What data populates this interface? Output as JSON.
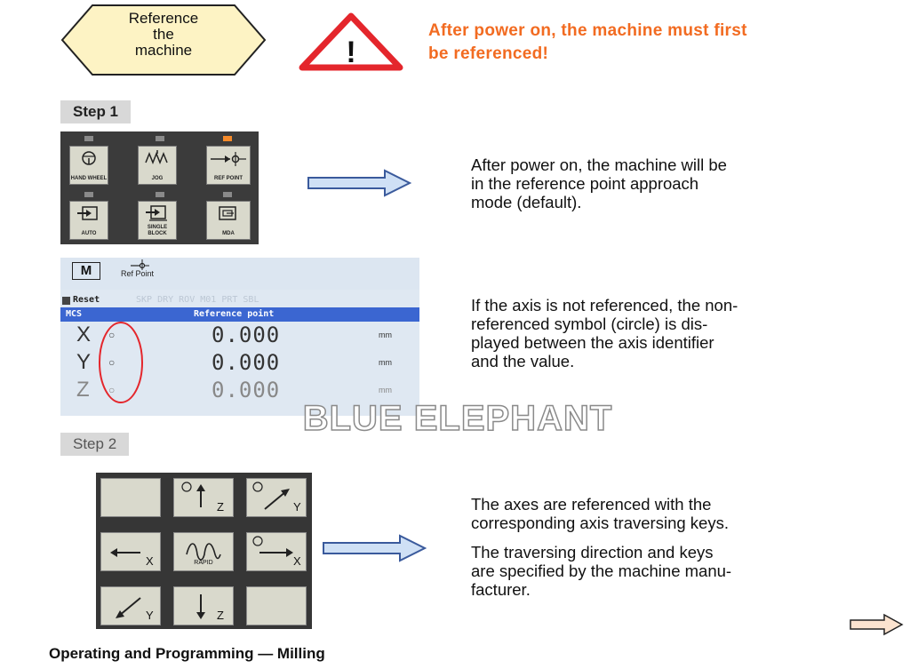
{
  "header": {
    "hex_label": [
      "Reference",
      "the",
      "machine"
    ],
    "warning_symbol": "!",
    "warning_lines": [
      "After power on, the machine must first",
      "be referenced!"
    ]
  },
  "step1": {
    "label": "Step 1",
    "mode_keys": [
      {
        "label": "HAND WHEEL",
        "icon": "handwheel-icon",
        "led": "off"
      },
      {
        "label": "JOG",
        "icon": "jog-icon",
        "led": "off"
      },
      {
        "label": "REF POINT",
        "icon": "ref-point-icon",
        "led": "on"
      },
      {
        "label": "AUTO",
        "icon": "auto-icon",
        "led": "off"
      },
      {
        "label": "SINGLE BLOCK",
        "icon": "single-block-icon",
        "led": "off"
      },
      {
        "label": "MDA",
        "icon": "mda-icon",
        "led": "off"
      }
    ],
    "description": [
      "After power on, the machine will be",
      "in the reference point approach",
      "mode (default)."
    ]
  },
  "hmi": {
    "mode_icon": "M",
    "ref_icon_label": "Ref Point",
    "reset_label": "Reset",
    "reset_indicators": "SKP DRY ROV M01 PRT SBL",
    "coord_label": "MCS",
    "column_title": "Reference point",
    "axes": [
      {
        "name": "X",
        "symbol": "○",
        "value": "0.000",
        "unit": "mm"
      },
      {
        "name": "Y",
        "symbol": "○",
        "value": "0.000",
        "unit": "mm"
      },
      {
        "name": "Z",
        "symbol": "○",
        "value": "0.000",
        "unit": "mm"
      }
    ],
    "description": [
      "If the axis is not referenced, the non-",
      "referenced symbol (circle) is dis-",
      "played between the axis identifier",
      "and the value."
    ]
  },
  "watermark": "BLUE ELEPHANT",
  "step2": {
    "label": "Step 2",
    "keys": [
      {
        "sub": "",
        "icon": ""
      },
      {
        "sub": "Z",
        "icon": "arrow-up-icon"
      },
      {
        "sub": "Y",
        "icon": "arrow-up-right-icon"
      },
      {
        "sub": "X",
        "icon": "arrow-left-icon"
      },
      {
        "sub": "RAPID",
        "icon": "rapid-icon"
      },
      {
        "sub": "X",
        "icon": "arrow-right-icon"
      },
      {
        "sub": "Y",
        "icon": "arrow-down-left-icon"
      },
      {
        "sub": "Z",
        "icon": "arrow-down-icon"
      },
      {
        "sub": "",
        "icon": ""
      }
    ],
    "description1": [
      "The axes are referenced with the",
      "corresponding axis traversing keys."
    ],
    "description2": [
      "The traversing direction and keys",
      "are specified by the machine manu-",
      "facturer."
    ]
  },
  "footer": "Operating and Programming — Milling",
  "colors": {
    "warning_orange": "#f26b21",
    "hex_fill": "#fdf3c4",
    "triangle_red": "#e4262c",
    "arrow_fill": "#cfe0f5",
    "arrow_stroke": "#3a5a9c",
    "hmi_header": "#3b66d1",
    "led_on": "#f58a2a"
  }
}
